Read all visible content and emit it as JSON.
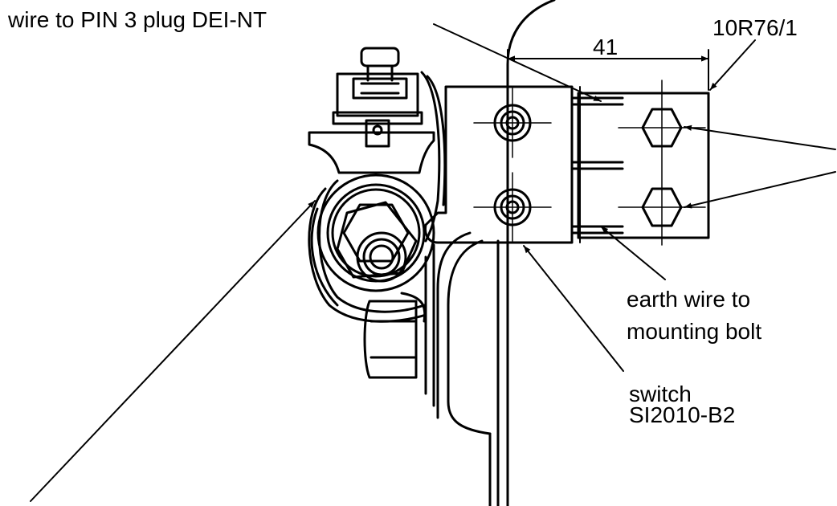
{
  "labels": {
    "wire_to_pin": "wire to PIN 3 plug DEI-NT",
    "drawing_ref": "10R76/1",
    "dimension": "41",
    "earth_wire_line1": "earth wire to",
    "earth_wire_line2": "mounting bolt",
    "switch_line1": "switch",
    "switch_line2": "SI2010-B2"
  },
  "colors": {
    "ink": "#000000",
    "paper": "#ffffff"
  }
}
